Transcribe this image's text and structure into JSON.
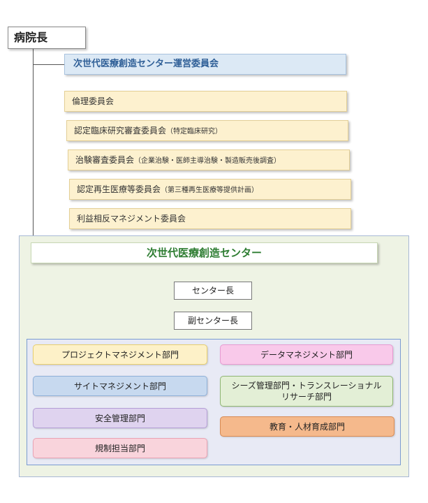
{
  "hospital_director": "病院長",
  "steering_committee": "次世代医療創造センター運営委員会",
  "committees": [
    {
      "name": "倫理委員会",
      "note": ""
    },
    {
      "name": "認定臨床研究審査委員会",
      "note": "（特定臨床研究）"
    },
    {
      "name": "治験審査委員会",
      "note": "（企業治験・医師主導治験・製造販売後調査）"
    },
    {
      "name": "認定再生医療等委員会",
      "note": "（第三種再生医療等提供計画）"
    },
    {
      "name": "利益相反マネジメント委員会",
      "note": ""
    }
  ],
  "center": {
    "title": "次世代医療創造センター",
    "director": "センター長",
    "vice_director": "副センター長"
  },
  "departments": {
    "project_management": "プロジェクトマネジメント部門",
    "data_management": "データマネジメント部門",
    "site_management": "サイトマネジメント部門",
    "seeds_translational": "シーズ管理部門・トランスレーショナルリサーチ部門",
    "safety_management": "安全管理部門",
    "education_hr": "教育・人材育成部門",
    "regulatory": "規制担当部門"
  },
  "colors": {
    "project_management": "#fdf1c8",
    "data_management": "#f9c9ea",
    "site_management": "#c7d9ef",
    "seeds_translational": "#e3efd6",
    "safety_management": "#dfd3ef",
    "education_hr": "#f5b98c",
    "regulatory": "#f9d4dc"
  }
}
